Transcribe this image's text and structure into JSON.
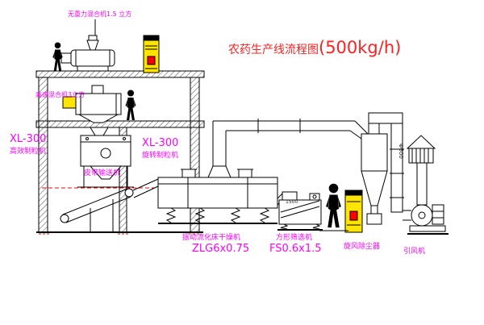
{
  "title": {
    "main": "农药生产线流程图",
    "capacity": "(500kg/h)"
  },
  "labels": {
    "top_mixer": "无重力混合机1.5 立方",
    "high_speed_mixer": "高速混合机3立方",
    "granulator_left_model": "XL-300",
    "granulator_left_name": "高效制粒机",
    "granulator_mid_model": "XL-300",
    "granulator_mid_name": "旋转制粒机",
    "belt_conveyor": "皮带输送机",
    "dryer_name": "振动流化床干燥机",
    "dryer_model": "ZLG6x0.75",
    "sieve_name": "方形筛选机",
    "sieve_model": "FS0.6x1.5",
    "cyclone_name": "旋风除尘器",
    "fan_name": "引风机",
    "dim_sieve": "1500",
    "dim_stack": "Φ600"
  },
  "colors": {
    "line": "#000000",
    "label_magenta": "#ff00ff",
    "title_red": "#ff2020",
    "cabinet_yellow": "#ffe400",
    "button_red": "#ff0000",
    "datum_red": "#ff0000"
  }
}
